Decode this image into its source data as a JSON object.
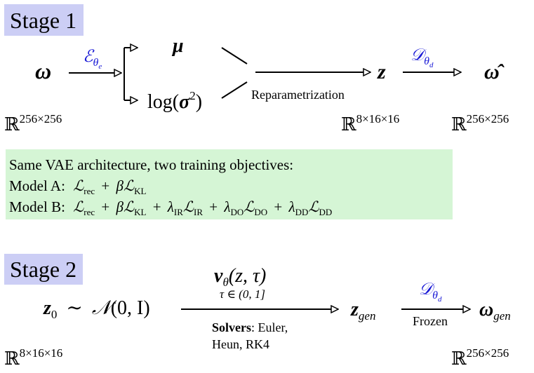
{
  "stage1": {
    "title": "Stage 1",
    "input": "ω",
    "encoder": {
      "sym": "ℰ",
      "sub": "θ",
      "subsub": "e"
    },
    "mu": "μ",
    "logvar": {
      "pre": "log(",
      "sigma": "σ",
      "sup": "2",
      "post": ")"
    },
    "reparam": "Reparametrization",
    "latent": "z",
    "decoder": {
      "sym": "𝒟",
      "sub": "θ",
      "subsub": "d"
    },
    "output": "ω̂",
    "input_space": {
      "base": "ℝ",
      "sup": "256×256"
    },
    "latent_space": {
      "base": "ℝ",
      "sup": "8×16×16"
    },
    "output_space": {
      "base": "ℝ",
      "sup": "256×256"
    }
  },
  "objectives": {
    "heading": "Same VAE architecture, two training objectives:",
    "model_a_label": "Model A:",
    "model_b_label": "Model B:",
    "L": "ℒ",
    "rec": "rec",
    "KL": "KL",
    "IR": "IR",
    "DO": "DO",
    "DD": "DD",
    "beta": "β",
    "lambda": "λ",
    "plus": "+"
  },
  "stage2": {
    "title": "Stage 2",
    "z0": {
      "sym": "z",
      "sub": "0"
    },
    "sim": "∼",
    "normal": {
      "sym": "𝒩",
      "args": "(0, I)"
    },
    "velocity": {
      "sym": "v",
      "sub": "θ",
      "args": "(z, τ)"
    },
    "tau_range": "τ ∈ (0, 1]",
    "solvers_label": "Solvers",
    "solvers_line1": ": Euler,",
    "solvers_line2": "Heun, RK4",
    "zgen": {
      "sym": "z",
      "sub": "gen"
    },
    "decoder": {
      "sym": "𝒟",
      "sub": "θ",
      "subsub": "d"
    },
    "frozen": "Frozen",
    "omega_gen": {
      "sym": "ω",
      "sub": "gen"
    },
    "input_space": {
      "base": "ℝ",
      "sup": "8×16×16"
    },
    "output_space": {
      "base": "ℝ",
      "sup": "256×256"
    }
  },
  "colors": {
    "stage_box": "#cccef5",
    "objective_box": "#d5f5d5",
    "accent_blue": "#1a1ad6"
  }
}
